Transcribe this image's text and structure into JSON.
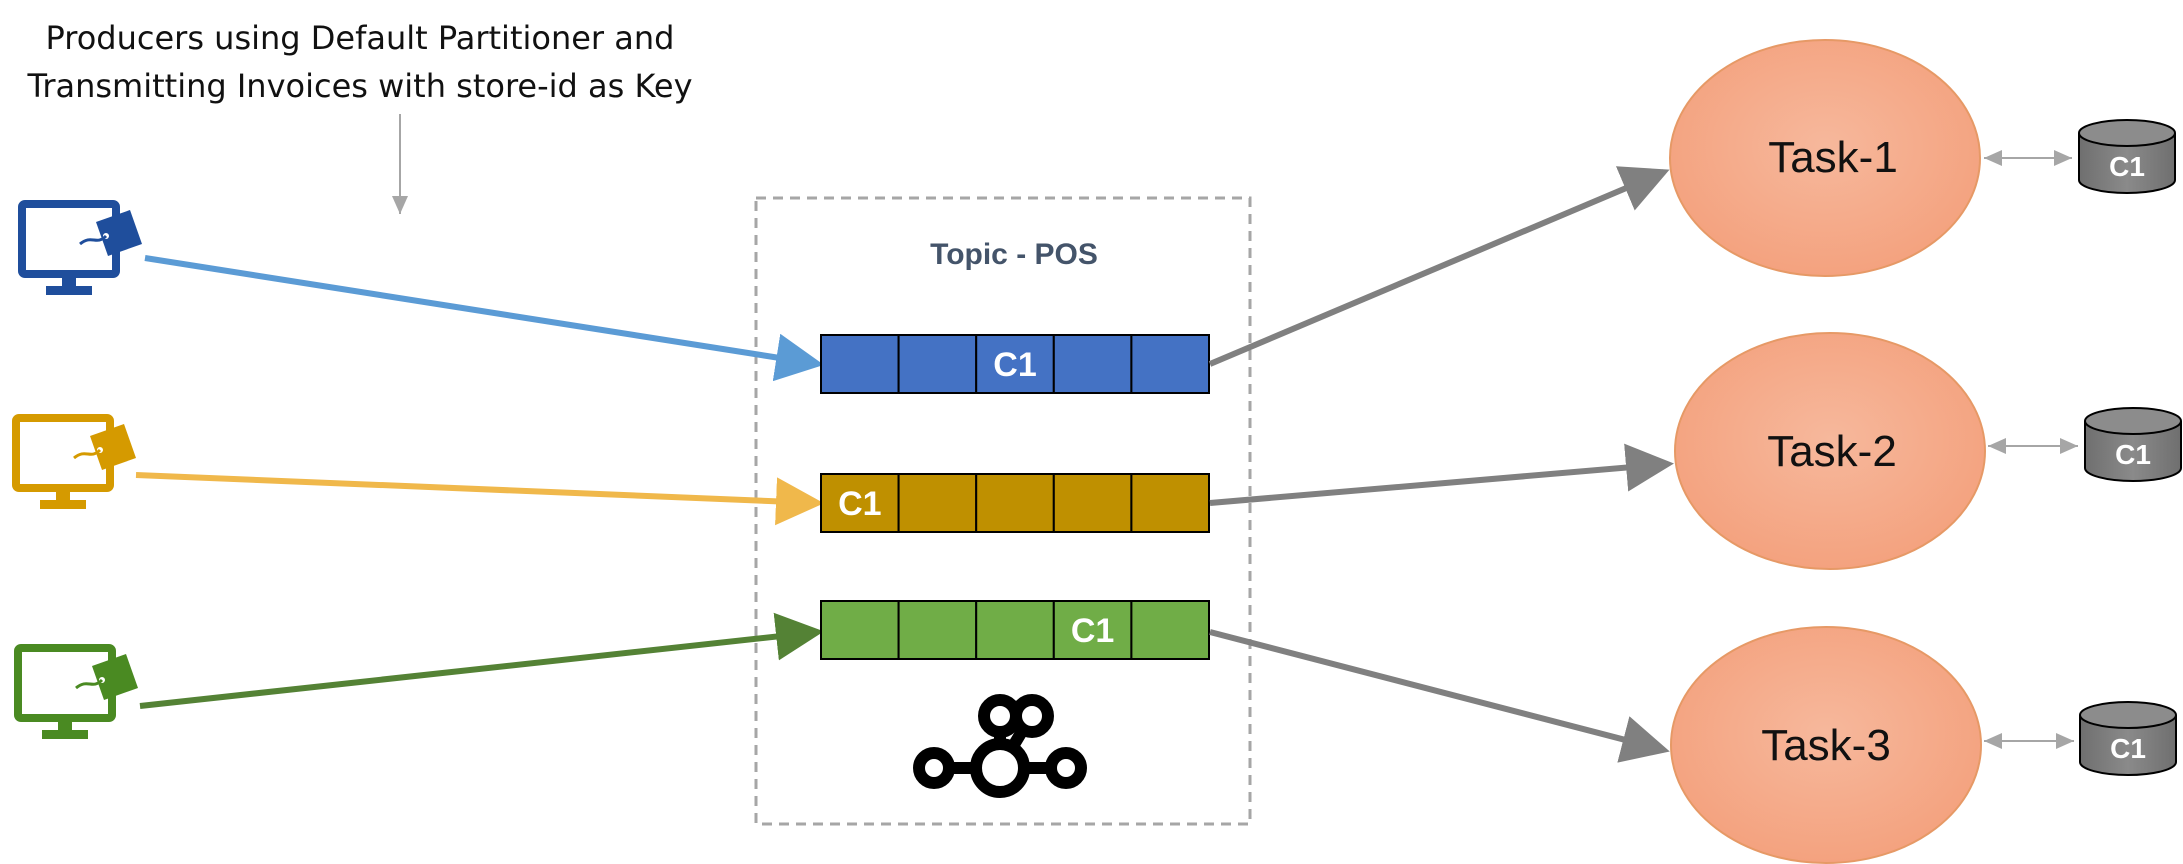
{
  "caption": {
    "line1": "Producers using Default Partitioner and",
    "line2": "Transmitting Invoices with store-id as Key"
  },
  "topic": {
    "title": "Topic - POS"
  },
  "colors": {
    "blue_dark": "#1f4e9c",
    "blue_arrow": "#5b9bd5",
    "blue_partition": "#4472c4",
    "gold_dark": "#d59a00",
    "gold_arrow": "#f0b84b",
    "gold_partition": "#bf9000",
    "green_dark": "#4a8a22",
    "green_arrow": "#548235",
    "green_partition": "#70ad47",
    "task_fill": "#f4a886",
    "task_stroke": "#e69966",
    "grey_arrow": "#808080",
    "store_fill": "#7f7f7f"
  },
  "producers": [
    {
      "icon": "monitor-tag-icon",
      "color": "blue"
    },
    {
      "icon": "monitor-tag-icon",
      "color": "gold"
    },
    {
      "icon": "monitor-tag-icon",
      "color": "green"
    }
  ],
  "partitions": [
    {
      "color": "blue",
      "cells": [
        "",
        "",
        "C1",
        "",
        ""
      ]
    },
    {
      "color": "gold",
      "cells": [
        "C1",
        "",
        "",
        "",
        ""
      ]
    },
    {
      "color": "green",
      "cells": [
        "",
        "",
        "",
        "C1",
        ""
      ]
    }
  ],
  "tasks": [
    {
      "label": "Task-1",
      "store_label": "C1"
    },
    {
      "label": "Task-2",
      "store_label": "C1"
    },
    {
      "label": "Task-3",
      "store_label": "C1"
    }
  ],
  "kafka_logo": {
    "icon": "kafka-logo-icon"
  }
}
